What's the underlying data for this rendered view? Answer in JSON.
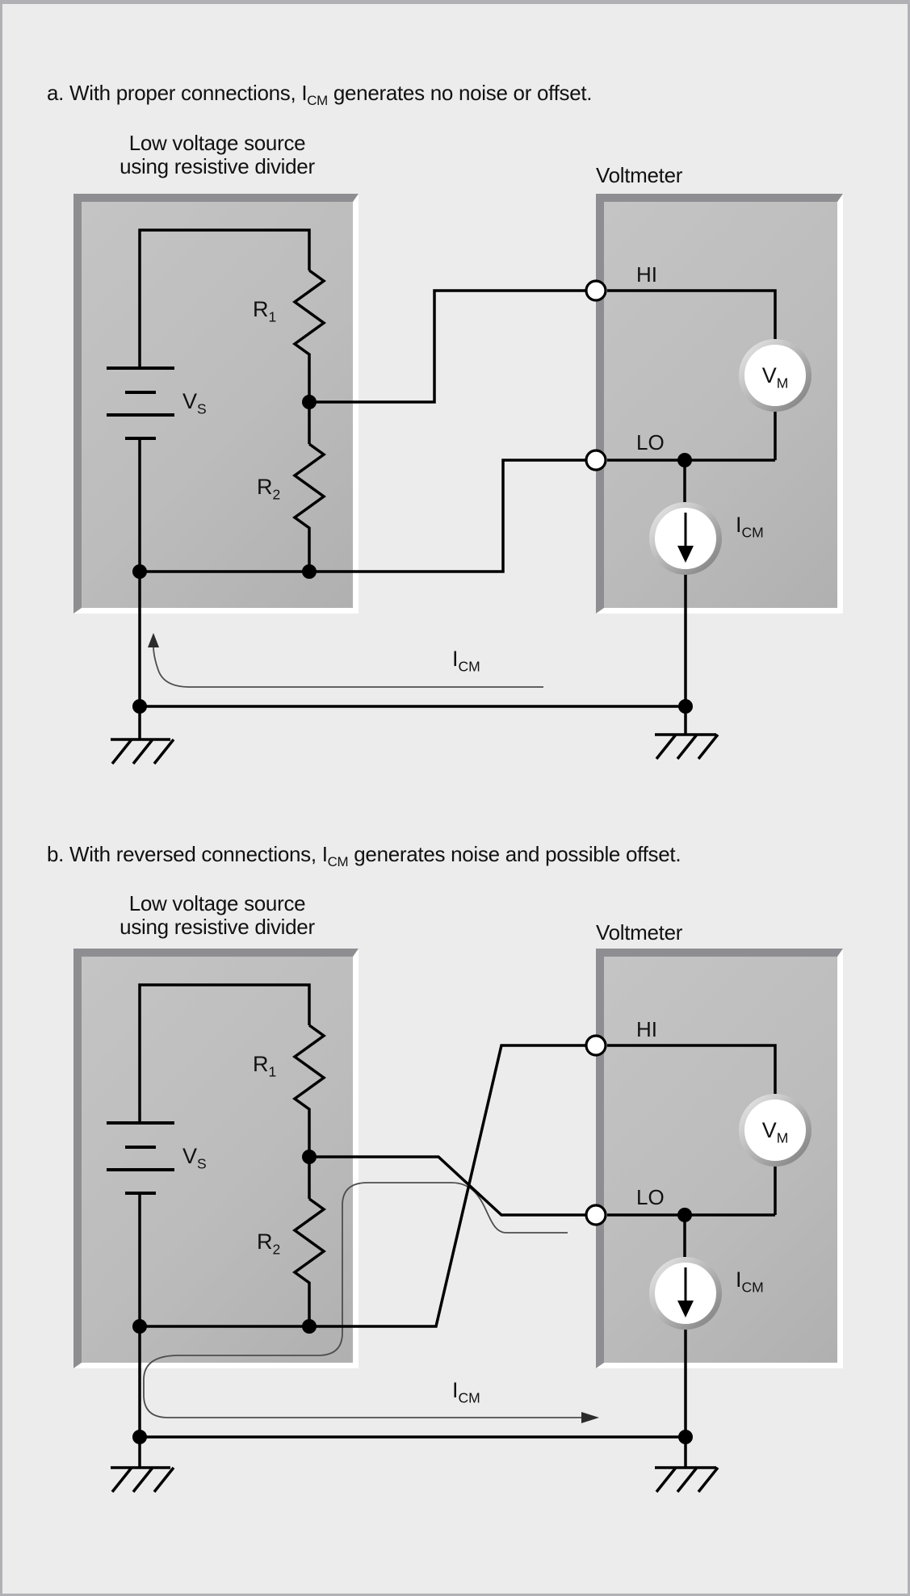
{
  "colors": {
    "page_bg": "#ececec",
    "page_border": "#b1b1b5",
    "box_fill": "#bdbdbd",
    "box_edge_dark": "#8e8e92",
    "box_edge_light": "#ffffff",
    "wire": "#000000",
    "current_path_line": "#4d4d4d"
  },
  "captions": {
    "a": {
      "pre": "a. With proper connections, I",
      "sub": "CM",
      "post": " generates no noise or offset."
    },
    "b": {
      "pre": "b. With reversed connections, I",
      "sub": "CM",
      "post": " generates noise and possible offset."
    }
  },
  "titles": {
    "source_line1": "Low voltage source",
    "source_line2": "using resistive divider",
    "voltmeter": "Voltmeter"
  },
  "terminals": {
    "hi": "HI",
    "lo": "LO"
  },
  "symbols": {
    "vs": {
      "main": "V",
      "sub": "S"
    },
    "r1": {
      "main": "R",
      "sub": "1"
    },
    "r2": {
      "main": "R",
      "sub": "2"
    },
    "vm": {
      "main": "V",
      "sub": "M"
    },
    "icm": {
      "main": "I",
      "sub": "CM"
    }
  }
}
